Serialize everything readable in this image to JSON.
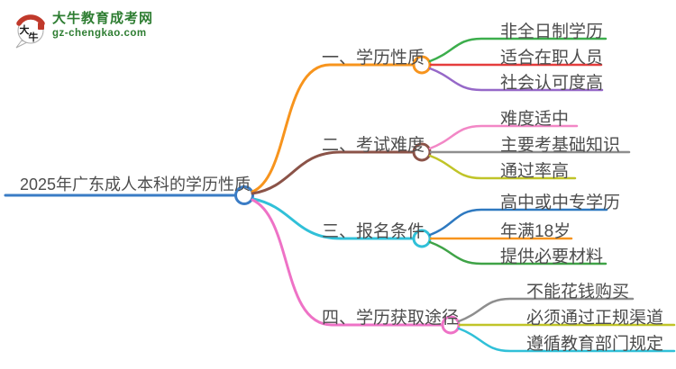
{
  "logo": {
    "title": "大牛教育成考网",
    "domain": "gz-chengkao.com",
    "icon_char_1": "大",
    "icon_char_2": "牛",
    "color": "#2E7D32",
    "seal_color": "#C0392B"
  },
  "mindmap": {
    "root": {
      "label": "2025年广东成人本科的学历性质",
      "color": "#3A7CC5"
    },
    "branches": [
      {
        "label": "一、学历性质",
        "color": "#F7941D",
        "children": [
          {
            "label": "非全日制学历",
            "color": "#3CAE4C"
          },
          {
            "label": "适合在职人员",
            "color": "#E53C3C"
          },
          {
            "label": "社会认可度高",
            "color": "#9668C8"
          }
        ]
      },
      {
        "label": "二、考试难度",
        "color": "#8B5348",
        "children": [
          {
            "label": "难度适中",
            "color": "#F287C6"
          },
          {
            "label": "主要考基础知识",
            "color": "#8E8E8E"
          },
          {
            "label": "通过率高",
            "color": "#C0C428"
          }
        ]
      },
      {
        "label": "三、报名条件",
        "color": "#30C0D8",
        "children": [
          {
            "label": "高中或中专学历",
            "color": "#2E79C0"
          },
          {
            "label": "年满18岁",
            "color": "#F7941D"
          },
          {
            "label": "提供必要材料",
            "color": "#3FA347"
          }
        ]
      },
      {
        "label": "四、学历获取途径",
        "color": "#EE72C6",
        "children": [
          {
            "label": "不能花钱购买",
            "color": "#8E8E8E"
          },
          {
            "label": "必须通过正规渠道",
            "color": "#C0C428"
          },
          {
            "label": "遵循教育部门规定",
            "color": "#30C0D8"
          }
        ]
      }
    ]
  }
}
